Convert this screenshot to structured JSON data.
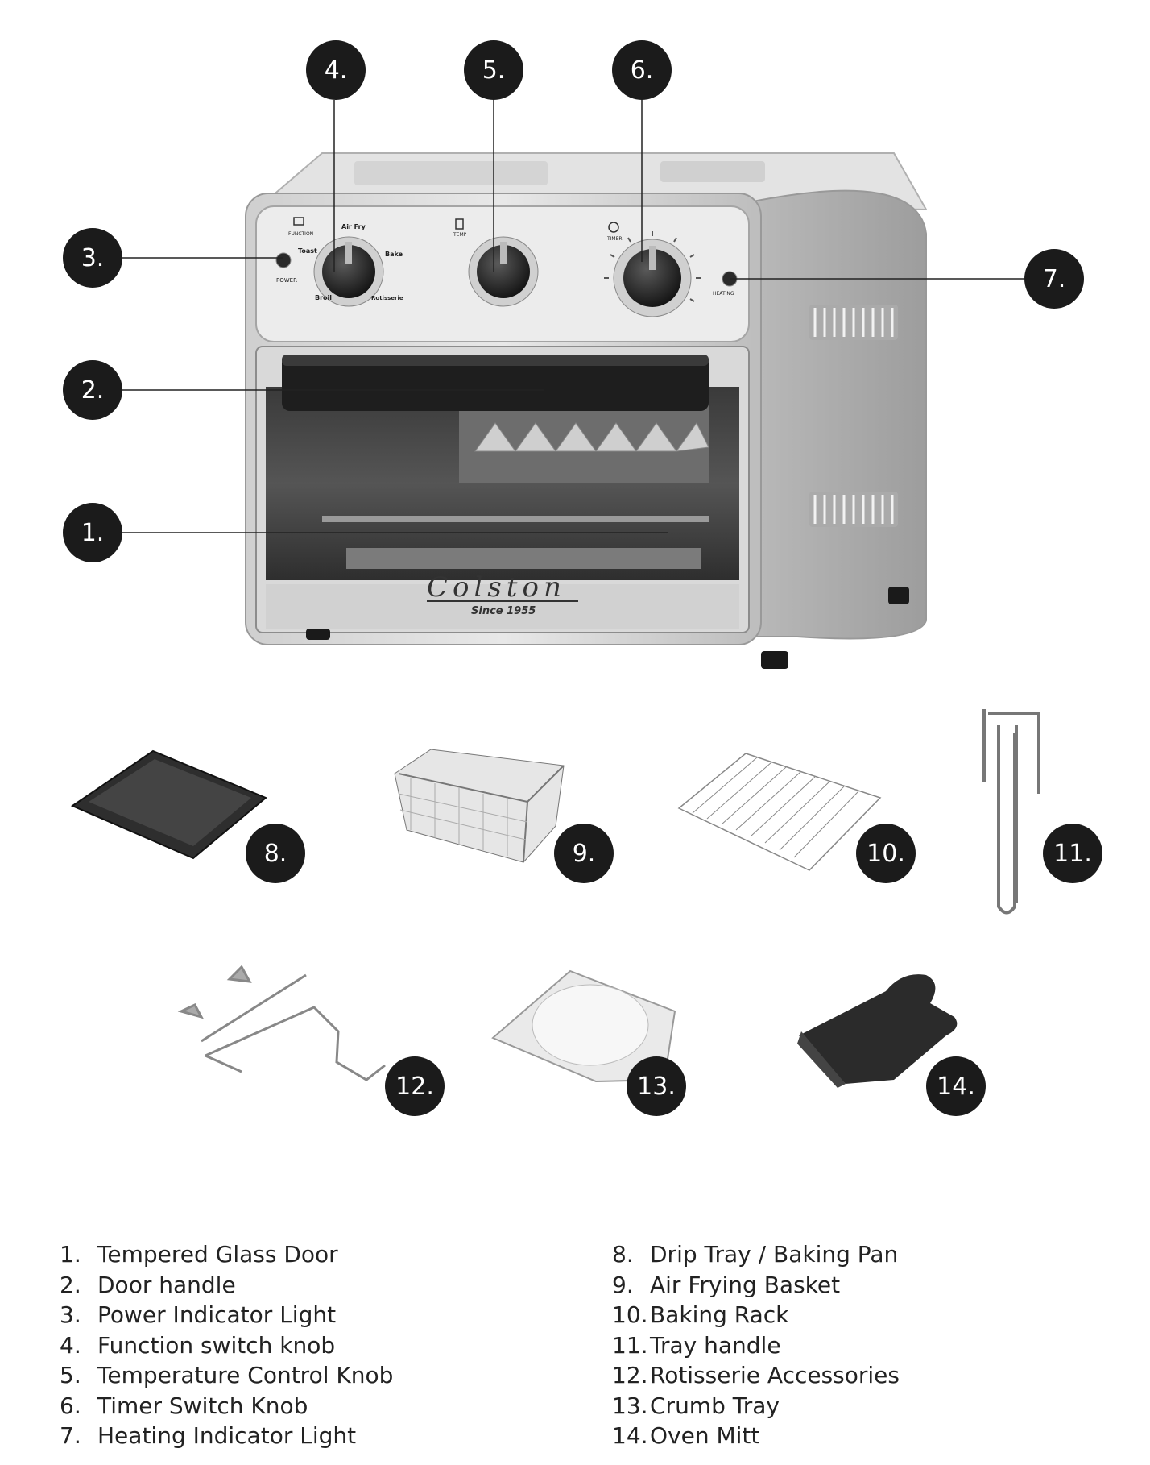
{
  "callouts": {
    "c1": "1.",
    "c2": "2.",
    "c3": "3.",
    "c4": "4.",
    "c5": "5.",
    "c6": "6.",
    "c7": "7.",
    "c8": "8.",
    "c9": "9.",
    "c10": "10.",
    "c11": "11.",
    "c12": "12.",
    "c13": "13.",
    "c14": "14."
  },
  "panel": {
    "function_label": "FUNCTION",
    "power_label": "POWER",
    "air_fry": "Air Fry",
    "toast": "Toast",
    "bake": "Bake",
    "broil": "Broil",
    "rotisserie": "Rotisserie",
    "temp_label": "TEMP",
    "timer_label": "TIMER",
    "heating_label": "HEATING"
  },
  "brand": {
    "name": "Colston",
    "since": "Since 1955"
  },
  "legend": {
    "left": [
      {
        "num": "1.",
        "label": "Tempered Glass Door"
      },
      {
        "num": "2.",
        "label": "Door handle"
      },
      {
        "num": "3.",
        "label": "Power Indicator Light"
      },
      {
        "num": "4.",
        "label": "Function switch knob"
      },
      {
        "num": "5.",
        "label": "Temperature Control Knob"
      },
      {
        "num": "6.",
        "label": "Timer Switch Knob"
      },
      {
        "num": "7.",
        "label": "Heating Indicator Light"
      }
    ],
    "right": [
      {
        "num": "8.",
        "label": "Drip Tray / Baking Pan"
      },
      {
        "num": "9.",
        "label": "Air Frying Basket"
      },
      {
        "num": "10.",
        "label": "Baking Rack"
      },
      {
        "num": "11.",
        "label": "Tray handle"
      },
      {
        "num": "12.",
        "label": "Rotisserie Accessories"
      },
      {
        "num": "13.",
        "label": "Crumb Tray"
      },
      {
        "num": "14.",
        "label": "Oven Mitt"
      }
    ]
  }
}
